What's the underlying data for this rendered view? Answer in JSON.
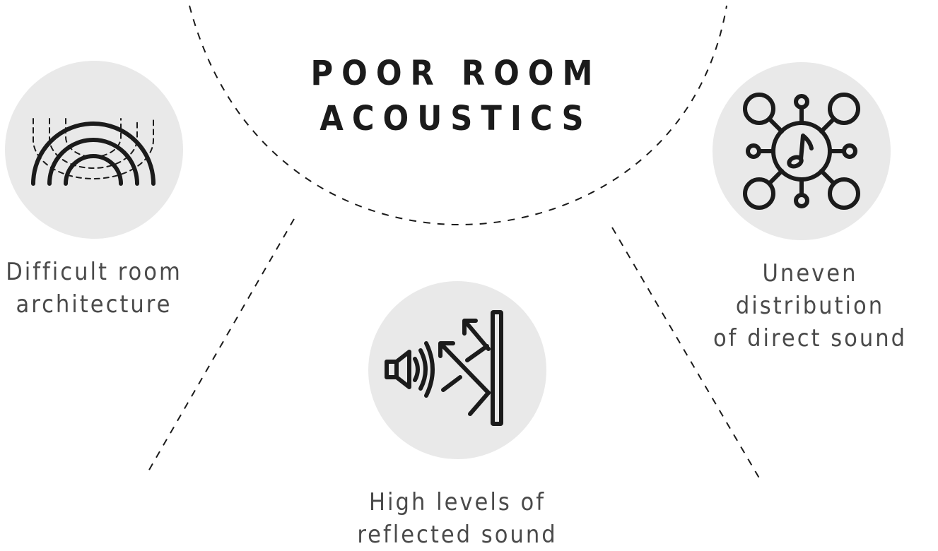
{
  "title": {
    "line1": "POOR ROOM",
    "line2": "ACOUSTICS"
  },
  "items": [
    {
      "icon": "sound-arches-icon",
      "label_line1": "Difficult room",
      "label_line2": "architecture"
    },
    {
      "icon": "music-network-icon",
      "label_line1": "Uneven distribution",
      "label_line2": "of direct sound"
    },
    {
      "icon": "speaker-reflection-icon",
      "label_line1": "High levels of",
      "label_line2": "reflected sound"
    }
  ],
  "colors": {
    "circle": "#e9e9e9",
    "ink": "#1b1b1b",
    "label": "#4a4a4a"
  }
}
